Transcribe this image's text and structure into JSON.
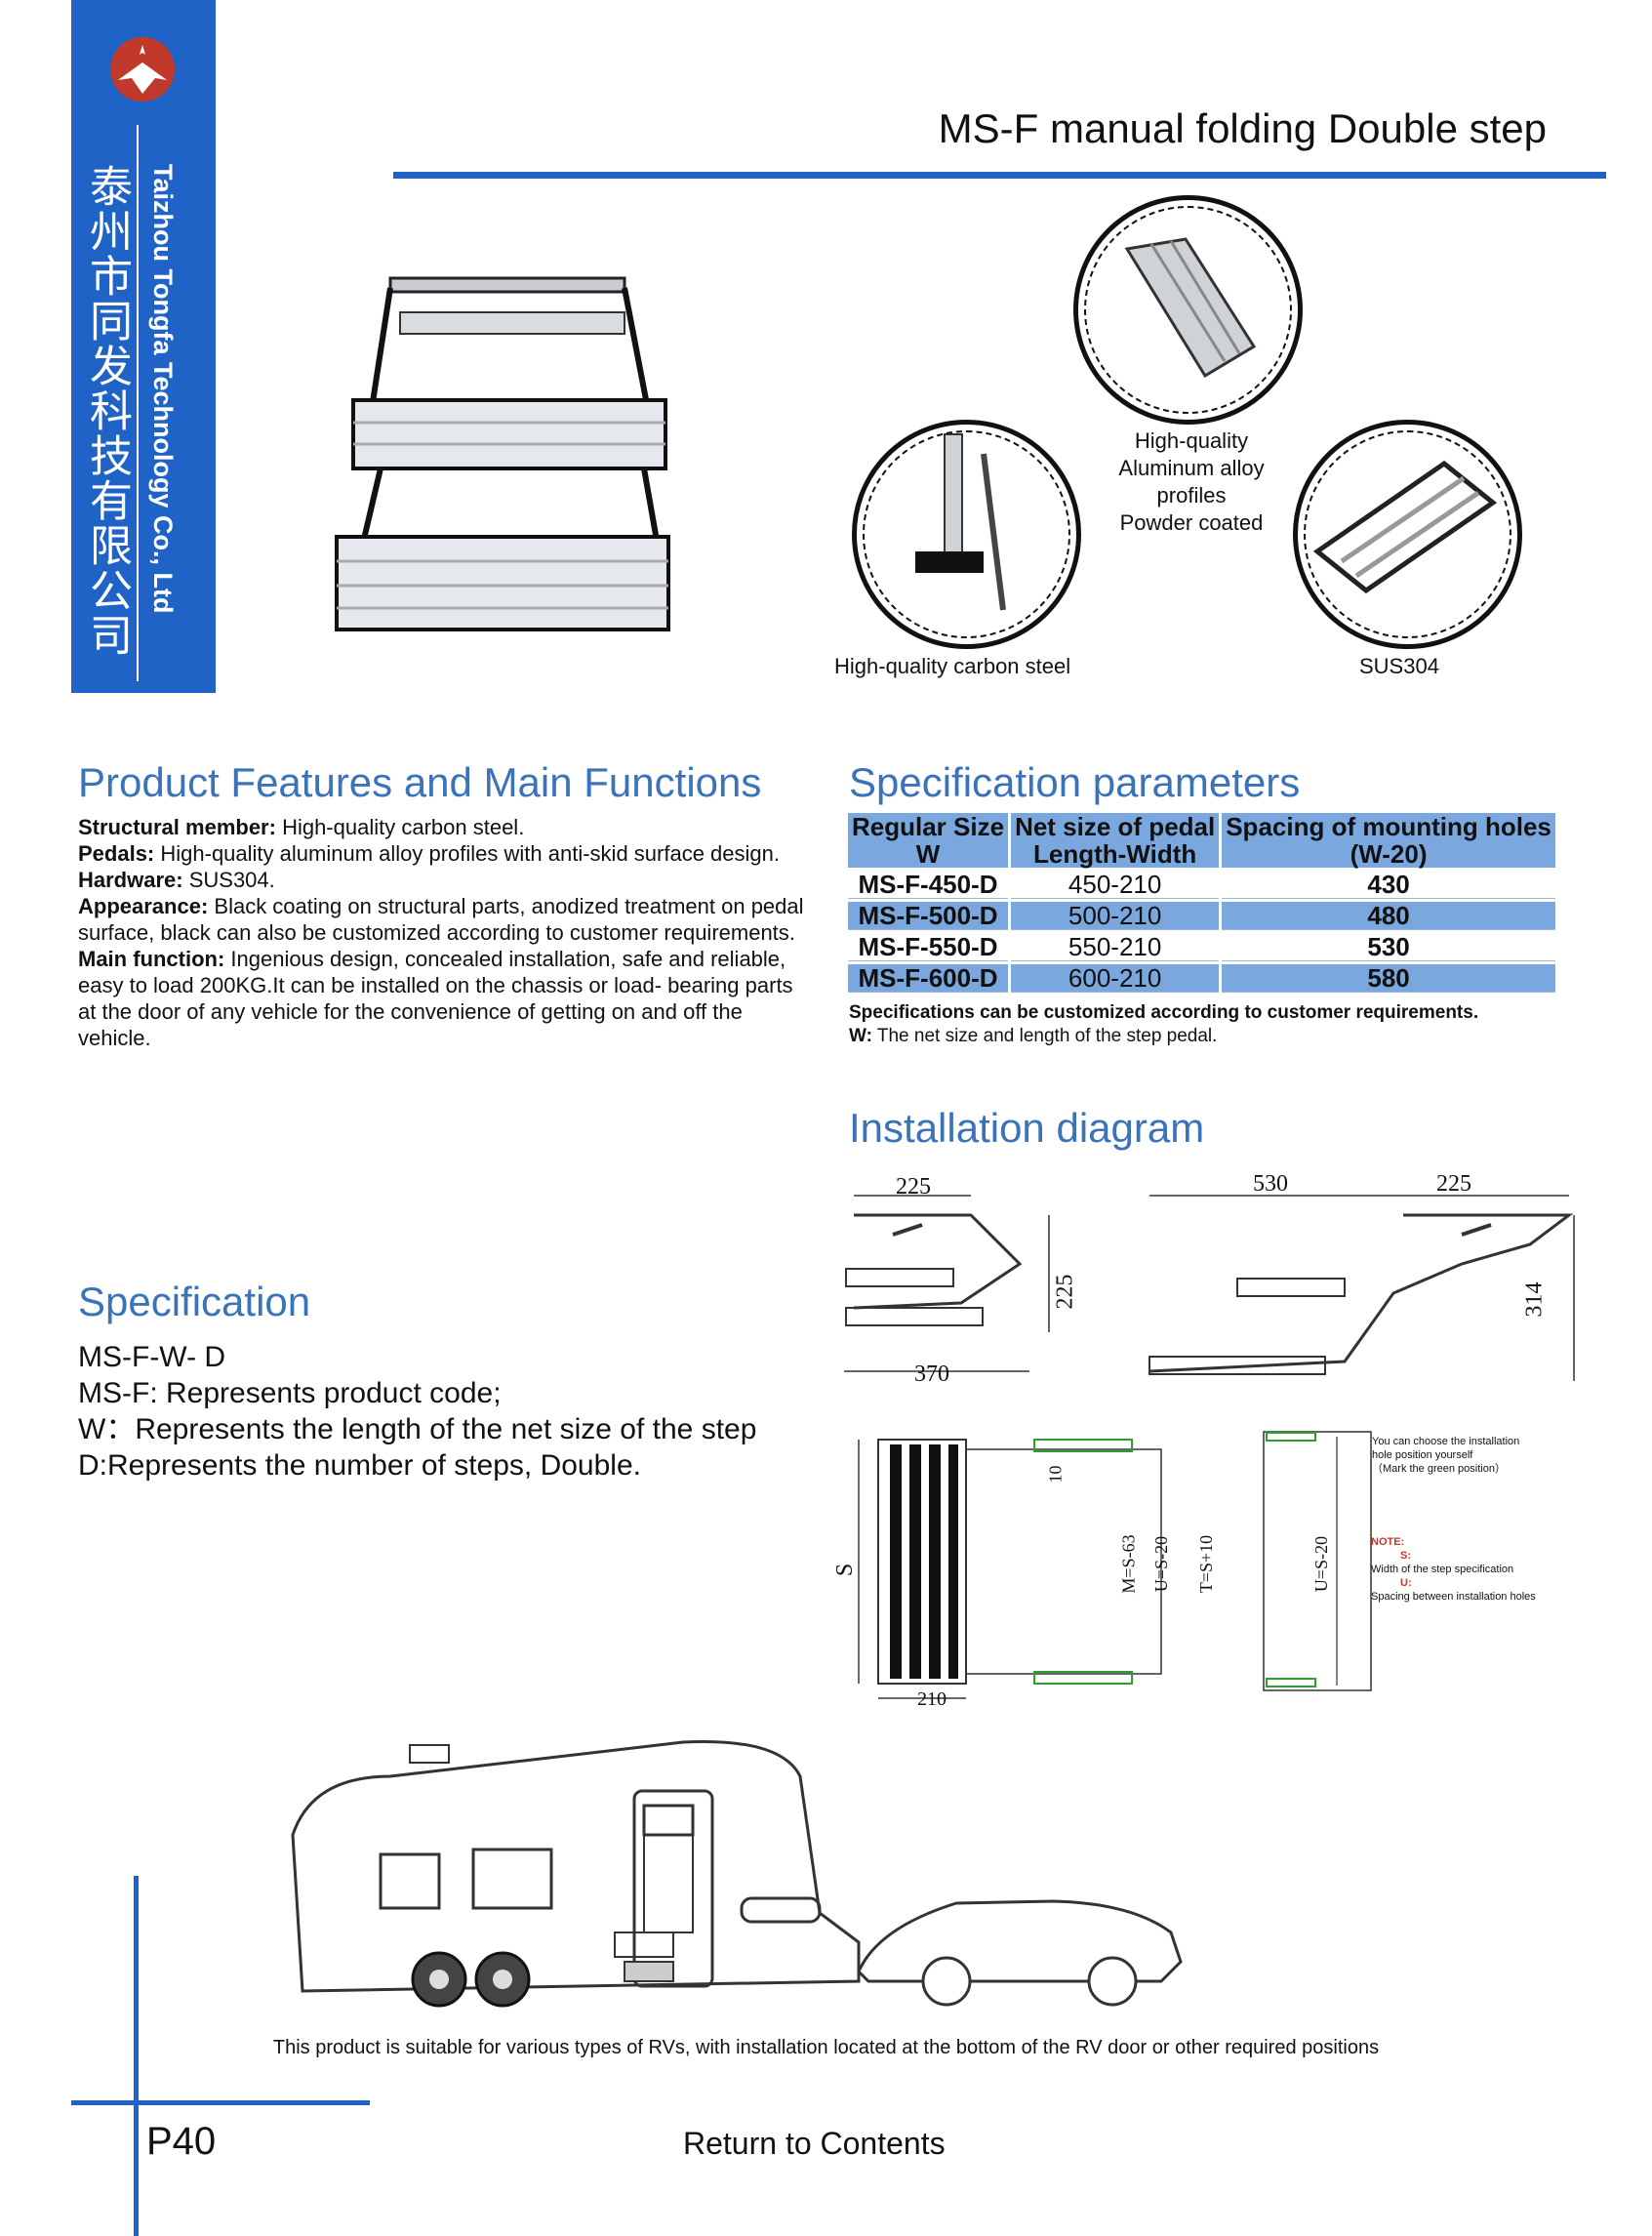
{
  "sidebar": {
    "company_cn": "泰州市同发科技有限公司",
    "company_en": "Taizhou Tongfa Technology Co., Ltd"
  },
  "header": {
    "title": "MS-F manual folding Double step"
  },
  "callouts": {
    "aluminum": [
      "High-quality",
      "Aluminum alloy",
      "profiles",
      "Powder coated"
    ],
    "carbon": "High-quality carbon steel",
    "sus": "SUS304"
  },
  "features": {
    "title": "Product Features and Main Functions",
    "items": [
      {
        "label": "Structural member:",
        "text": " High-quality carbon steel."
      },
      {
        "label": "Pedals:",
        "text": " High-quality aluminum alloy profiles with anti-skid surface design."
      },
      {
        "label": "Hardware:",
        "text": " SUS304."
      },
      {
        "label": "Appearance:",
        "text": " Black coating on structural parts, anodized treatment on pedal surface, black can also be customized according to customer requirements."
      },
      {
        "label": "Main function:",
        "text": " Ingenious design, concealed installation, safe and reliable, easy to load 200KG.It can be installed on the chassis or load- bearing parts at the door of any vehicle for the convenience of getting on and off the vehicle."
      }
    ]
  },
  "spec_params": {
    "title": "Specification parameters",
    "headers": [
      [
        "Regular Size",
        "W"
      ],
      [
        "Net size of pedal",
        "Length-Width"
      ],
      [
        "Spacing of mounting holes",
        "(W-20)"
      ]
    ],
    "rows": [
      [
        "MS-F-450-D",
        "450-210",
        "430"
      ],
      [
        "MS-F-500-D",
        "500-210",
        "480"
      ],
      [
        "MS-F-550-D",
        "550-210",
        "530"
      ],
      [
        "MS-F-600-D",
        "600-210",
        "580"
      ]
    ],
    "note_bold": "Specifications can be customized according to customer requirements.",
    "note_w_label": "W:",
    "note_w_text": " The net size and length of the step pedal."
  },
  "installation": {
    "title": "Installation diagram",
    "dims": {
      "a": "225",
      "b": "225",
      "c": "370",
      "d": "530",
      "e": "225",
      "f": "314",
      "g": "10",
      "h": "S",
      "i": "210",
      "j": "M=S-63",
      "k": "U=S-20",
      "l": "T=S+10",
      "m": "U=S-20"
    },
    "notes": {
      "choose": [
        "You can choose the installation",
        "hole position yourself",
        "（Mark the green position）"
      ],
      "note": "NOTE:",
      "s": "S:",
      "s_text": "Width of the step specification",
      "u": "U:",
      "u_text": "Spacing between installation holes"
    }
  },
  "specification": {
    "title": "Specification",
    "lines": [
      {
        "label": "MS-F-W- D",
        "text": ""
      },
      {
        "label": "MS-F:",
        "text": " Represents product code;"
      },
      {
        "label": "W",
        "text": "：Represents the length of the net size of the step"
      },
      {
        "label": "D",
        "text": ":Represents the number of steps, Double."
      }
    ]
  },
  "caption": "This product is suitable for various types of RVs, with installation located at the bottom of the RV door or other required positions",
  "footer": {
    "page": "P40",
    "contents_link": "Return to Contents"
  }
}
